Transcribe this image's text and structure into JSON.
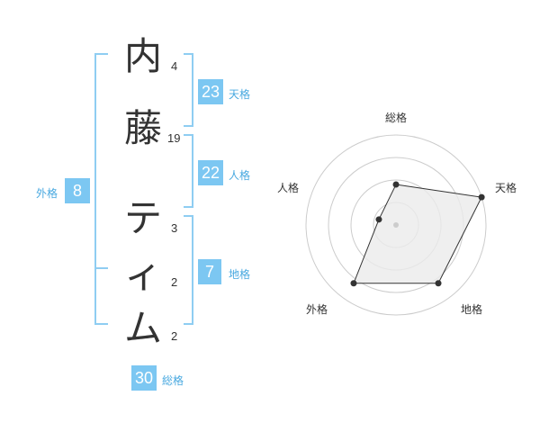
{
  "name_chars": [
    {
      "char": "内",
      "strokes": "4"
    },
    {
      "char": "藤",
      "strokes": "19"
    },
    {
      "char": "テ",
      "strokes": "3"
    },
    {
      "char": "ィ",
      "strokes": "2"
    },
    {
      "char": "ム",
      "strokes": "2"
    }
  ],
  "kakusu": {
    "tenkaku": {
      "value": "23",
      "label": "天格"
    },
    "jinkaku": {
      "value": "22",
      "label": "人格"
    },
    "chikaku": {
      "value": "7",
      "label": "地格"
    },
    "gaikaku": {
      "value": "8",
      "label": "外格"
    },
    "soukaku": {
      "value": "30",
      "label": "総格"
    }
  },
  "chart_data": {
    "type": "radar",
    "axes": [
      "総格",
      "天格",
      "地格",
      "外格",
      "人格"
    ],
    "values": [
      0.45,
      1.0,
      0.8,
      0.8,
      0.2
    ],
    "rings": 4,
    "colors": {
      "fill": "#ebebeb",
      "stroke": "#333333",
      "ring": "#cccccc",
      "point": "#333333"
    }
  },
  "colors": {
    "accent": "#7cc7f2",
    "label": "#49a9e0"
  }
}
